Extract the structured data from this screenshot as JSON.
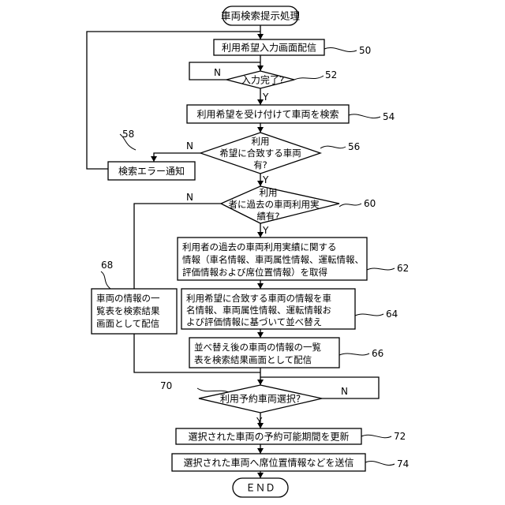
{
  "flowchart": {
    "start": "車両検索提示処理",
    "end": "ＥＮＤ",
    "steps": {
      "s50": "利用希望入力画面配信",
      "d52": "入力完了?",
      "s54": "利用希望を受け付けて車両を検索",
      "d56": [
        "利用",
        "希望に合致する車両",
        "有?"
      ],
      "s58": "検索エラー通知",
      "d60": [
        "利用",
        "者に過去の車両利用実",
        "績有?"
      ],
      "s62": [
        "利用者の過去の車両利用実績に関する",
        "情報（車名情報、車両属性情報、運転情報、",
        "評価情報および席位置情報）を取得"
      ],
      "s64": [
        "利用希望に合致する車両の情報を車",
        "名情報、車両属性情報、運転情報お",
        "よび評価情報に基づいて並べ替え"
      ],
      "s66": [
        "並べ替え後の車両の情報の一覧",
        "表を検索結果画面として配信"
      ],
      "s68": [
        "車両の情報の一",
        "覧表を検索結果",
        "画面として配信"
      ],
      "d70": "利用予約車両選択?",
      "s72": "選択された車両の予約可能期間を更新",
      "s74": "選択された車両へ席位置情報などを送信"
    },
    "refs": {
      "r50": "50",
      "r52": "52",
      "r54": "54",
      "r56": "56",
      "r58": "58",
      "r60": "60",
      "r62": "62",
      "r64": "64",
      "r66": "66",
      "r68": "68",
      "r70": "70",
      "r72": "72",
      "r74": "74"
    },
    "branch_labels": {
      "yes": "Y",
      "no": "N"
    }
  }
}
